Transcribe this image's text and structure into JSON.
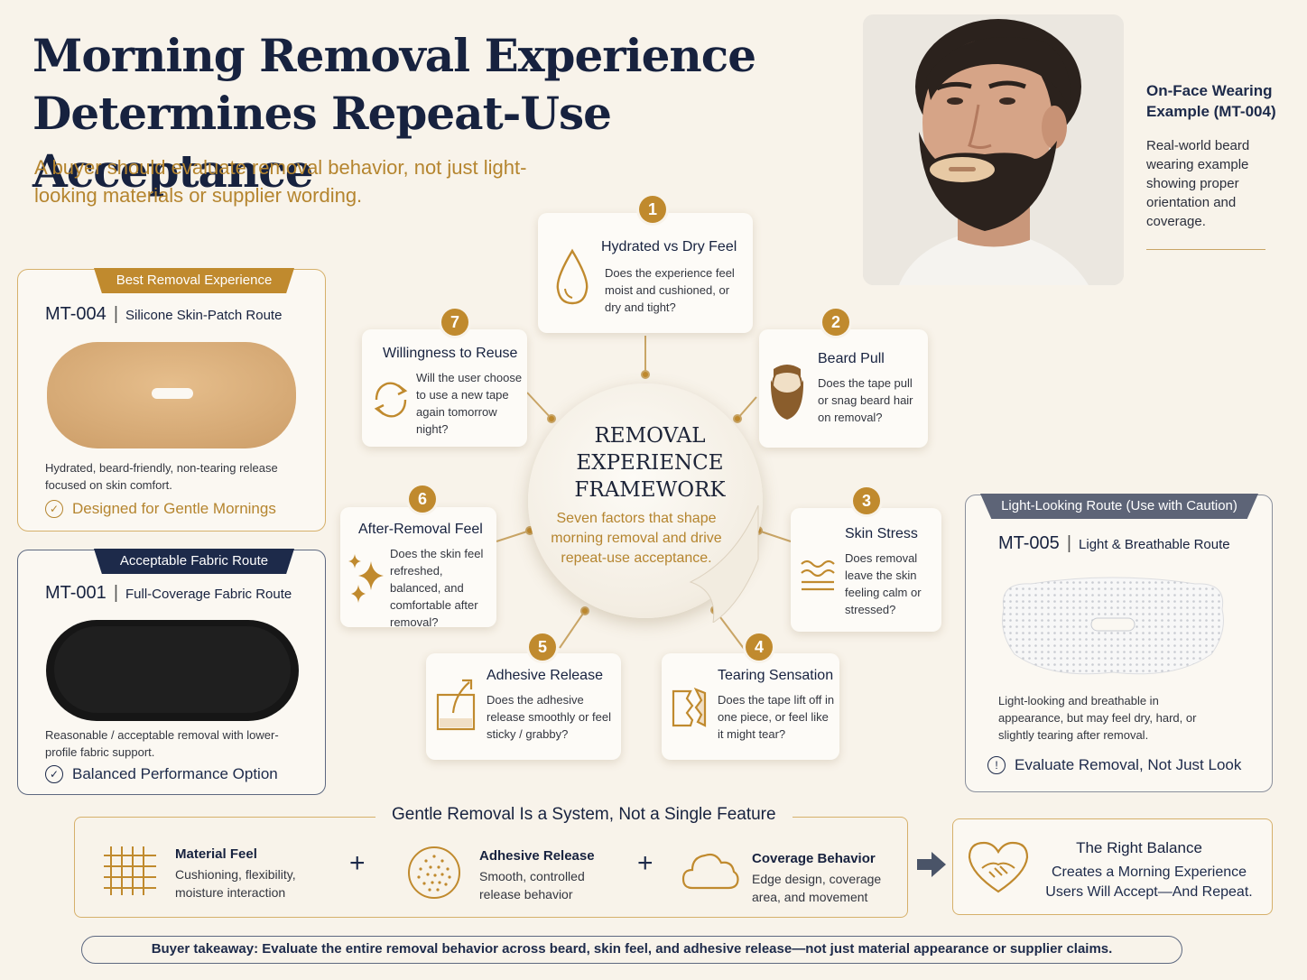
{
  "header": {
    "title_line1": "Morning Removal Experience",
    "title_line2": "Determines Repeat-Use Acceptance",
    "subtitle": "A buyer should evaluate removal behavior, not just light-looking materials or supplier wording."
  },
  "photo": {
    "caption_title": "On-Face Wearing Example (MT-004)",
    "caption_body": "Real-world beard wearing example showing proper orientation and coverage."
  },
  "products": [
    {
      "ribbon": "Best Removal Experience",
      "ribbon_color": "#c08a2e",
      "model": "MT-004",
      "route": "Silicone Skin-Patch Route",
      "description": "Hydrated, beard-friendly, non-tearing release focused on skin comfort.",
      "footer": "Designed for Gentle Mornings",
      "footer_color": "#b5852f"
    },
    {
      "ribbon": "Acceptable Fabric Route",
      "ribbon_color": "#1d2a4a",
      "model": "MT-001",
      "route": "Full-Coverage Fabric Route",
      "description": "Reasonable / acceptable removal with lower-profile fabric support.",
      "footer": "Balanced Performance Option",
      "footer_color": "#1d2a4a"
    },
    {
      "ribbon": "Light-Looking Route (Use with Caution)",
      "ribbon_color": "#5d6477",
      "model": "MT-005",
      "route": "Light & Breathable Route",
      "description": "Light-looking and breathable in appearance, but may feel dry, hard, or slightly tearing after removal.",
      "footer": "Evaluate Removal, Not Just Look",
      "footer_color": "#1d2a4a"
    }
  ],
  "framework": {
    "title": "REMOVAL EXPERIENCE FRAMEWORK",
    "subtitle": "Seven factors that shape morning removal and drive repeat-use acceptance."
  },
  "factors": [
    {
      "num": "1",
      "title": "Hydrated vs Dry Feel",
      "desc": "Does the experience feel moist and cushioned, or dry and tight?",
      "icon": "water-drop-icon"
    },
    {
      "num": "2",
      "title": "Beard Pull",
      "desc": "Does the tape pull or snag beard hair on removal?",
      "icon": "beard-icon"
    },
    {
      "num": "3",
      "title": "Skin Stress",
      "desc": "Does removal leave the skin feeling calm or stressed?",
      "icon": "wavy-lines-icon"
    },
    {
      "num": "4",
      "title": "Tearing Sensation",
      "desc": "Does the tape lift off in one piece, or feel like it might tear?",
      "icon": "torn-tape-icon"
    },
    {
      "num": "5",
      "title": "Adhesive Release",
      "desc": "Does the adhesive release smoothly or feel sticky / grabby?",
      "icon": "peel-arrow-icon"
    },
    {
      "num": "6",
      "title": "After-Removal Feel",
      "desc": "Does the skin feel refreshed, balanced, and comfortable after removal?",
      "icon": "sparkle-icon"
    },
    {
      "num": "7",
      "title": "Willingness to Reuse",
      "desc": "Will the user choose to use a new tape again tomorrow night?",
      "icon": "refresh-icon"
    }
  ],
  "system": {
    "title": "Gentle Removal Is a System, Not a Single Feature",
    "items": [
      {
        "title": "Material Feel",
        "desc": "Cushioning, flexibility, moisture interaction",
        "icon": "fabric-grid-icon"
      },
      {
        "title": "Adhesive Release",
        "desc": "Smooth, controlled release behavior",
        "icon": "dotted-circle-icon"
      },
      {
        "title": "Coverage Behavior",
        "desc": "Edge design, coverage area, and movement",
        "icon": "cloud-outline-icon"
      }
    ],
    "plus": "+",
    "balance_title": "The Right Balance",
    "balance_desc": "Creates a Morning Experience Users Will Accept—And Repeat."
  },
  "takeaway": "Buyer takeaway: Evaluate the entire removal behavior across beard, skin feel, and adhesive release—not just material appearance or supplier claims.",
  "colors": {
    "accent_gold": "#c08a2e",
    "navy": "#17223f",
    "background": "#f8f3ea"
  }
}
